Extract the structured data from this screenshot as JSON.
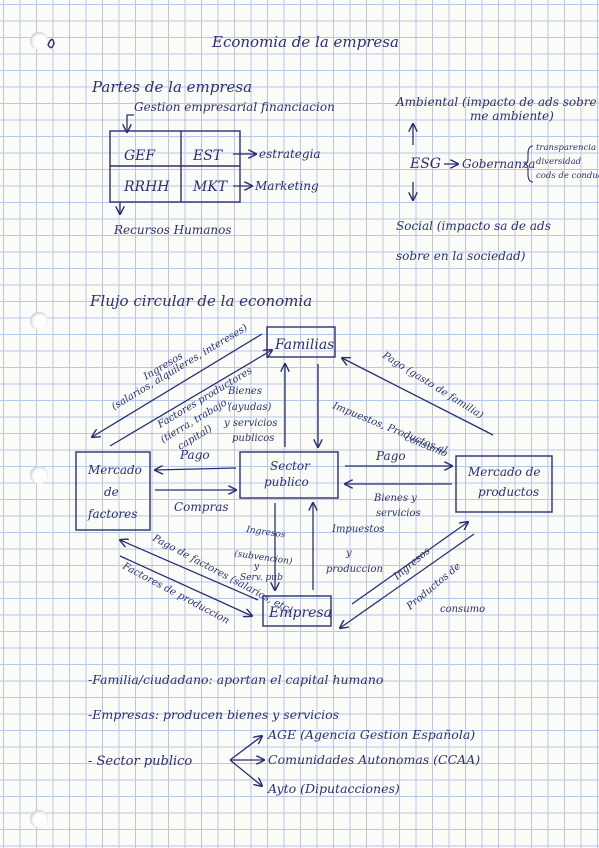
{
  "title": "Economia de la empresa",
  "parts": {
    "heading": "Partes de la empresa",
    "top_label": "Gestion empresarial financiacion",
    "cells": [
      "GEF",
      "EST",
      "RRHH",
      "MKT"
    ],
    "right_labels": [
      "estrategia",
      "Marketing"
    ],
    "bottom_label": "Recursos Humanos"
  },
  "esg": {
    "center": "ESG",
    "ambiental": "Ambiental (impacto de ads sobre",
    "ambiental_2": "me ambiente)",
    "gobernanza": "Gobernanza",
    "gob_items": [
      "transparencia",
      "diversidad",
      "cods de conducta"
    ],
    "social": "Social (impacto sa de ads",
    "social_2": "sobre en la sociedad)"
  },
  "flow": {
    "heading": "Flujo circular de la economia",
    "nodes": {
      "familias": "Familias",
      "sector": [
        "Sector",
        "publico"
      ],
      "mercado_factores": [
        "Mercado",
        "de",
        "factores"
      ],
      "mercado_productos": [
        "Mercado de",
        "productos"
      ],
      "empresa": "Empresa"
    },
    "labels": {
      "ingresos_1": "Ingresos",
      "ingresos_1b": "(salarios, alquileres, intereses)",
      "factores_prod_1": "Factores productores",
      "factores_prod_1b": "(tierra, trabajo,",
      "factores_prod_1c": "capital)",
      "bienes_1": "Bienes",
      "bienes_1b": "(ayudas)",
      "bienes_1c": "y servicios",
      "bienes_1d": "publicos",
      "pago_gasto": "Pago (gasto de familia)",
      "impuestos_1": "Impuestos, Productos al",
      "impuestos_1b": "consumo",
      "pago_left": "Pago",
      "compras": "Compras",
      "pago_right": "Pago",
      "bienes_servicios": "Bienes y",
      "bienes_servicios_b": "servicios",
      "pago_factores": "Pago de factores (salarios, etc)",
      "factores_prod_2": "Factores de produccion",
      "ingresos_2": "Ingresos",
      "ingresos_2b": "(subvencion)",
      "ingresos_2c": "y",
      "ingresos_2d": "Serv. pub",
      "impuestos_2": "Impuestos",
      "impuestos_2b": "y",
      "impuestos_2c": "produccion",
      "ingresos_3": "Ingresos",
      "productos_consumo": "Productos de",
      "productos_consumo_b": "consumo"
    }
  },
  "notes": [
    "-Familia/ciudadano: aportan el capital humano",
    "-Empresas: producen bienes y servicios",
    "- Sector publico"
  ],
  "sector_items": [
    "AGE (Agencia Gestion Española)",
    "Comunidades Autonomas (CCAA)",
    "Ayto (Diputacciones)"
  ],
  "ink_color": "#2b3170",
  "grid_color": "#b9c7e6"
}
